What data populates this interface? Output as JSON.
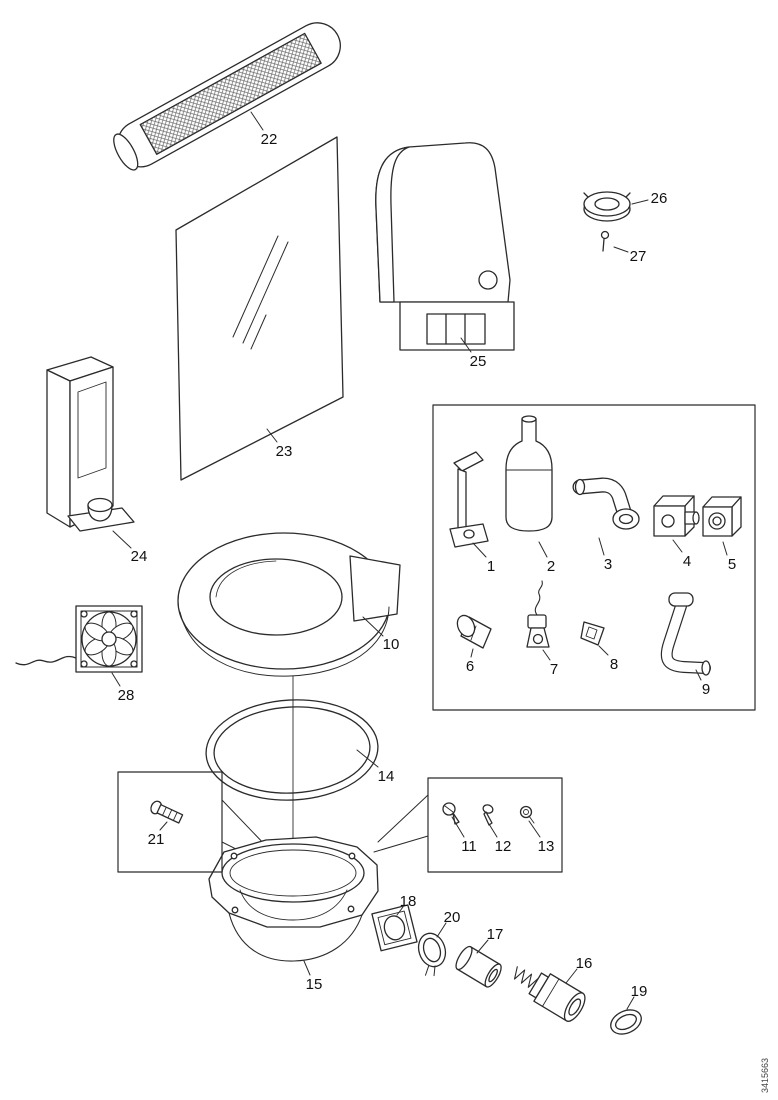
{
  "diagram": {
    "watermark": "3415663",
    "callouts": [
      {
        "label": "1"
      },
      {
        "label": "2"
      },
      {
        "label": "3"
      },
      {
        "label": "4"
      },
      {
        "label": "5"
      },
      {
        "label": "6"
      },
      {
        "label": "7"
      },
      {
        "label": "8"
      },
      {
        "label": "9"
      },
      {
        "label": "10"
      },
      {
        "label": "11"
      },
      {
        "label": "12"
      },
      {
        "label": "13"
      },
      {
        "label": "14"
      },
      {
        "label": "15"
      },
      {
        "label": "16"
      },
      {
        "label": "17"
      },
      {
        "label": "18"
      },
      {
        "label": "19"
      },
      {
        "label": "20"
      },
      {
        "label": "21"
      },
      {
        "label": "22"
      },
      {
        "label": "23"
      },
      {
        "label": "24"
      },
      {
        "label": "25"
      },
      {
        "label": "26"
      },
      {
        "label": "27"
      },
      {
        "label": "28"
      }
    ]
  }
}
